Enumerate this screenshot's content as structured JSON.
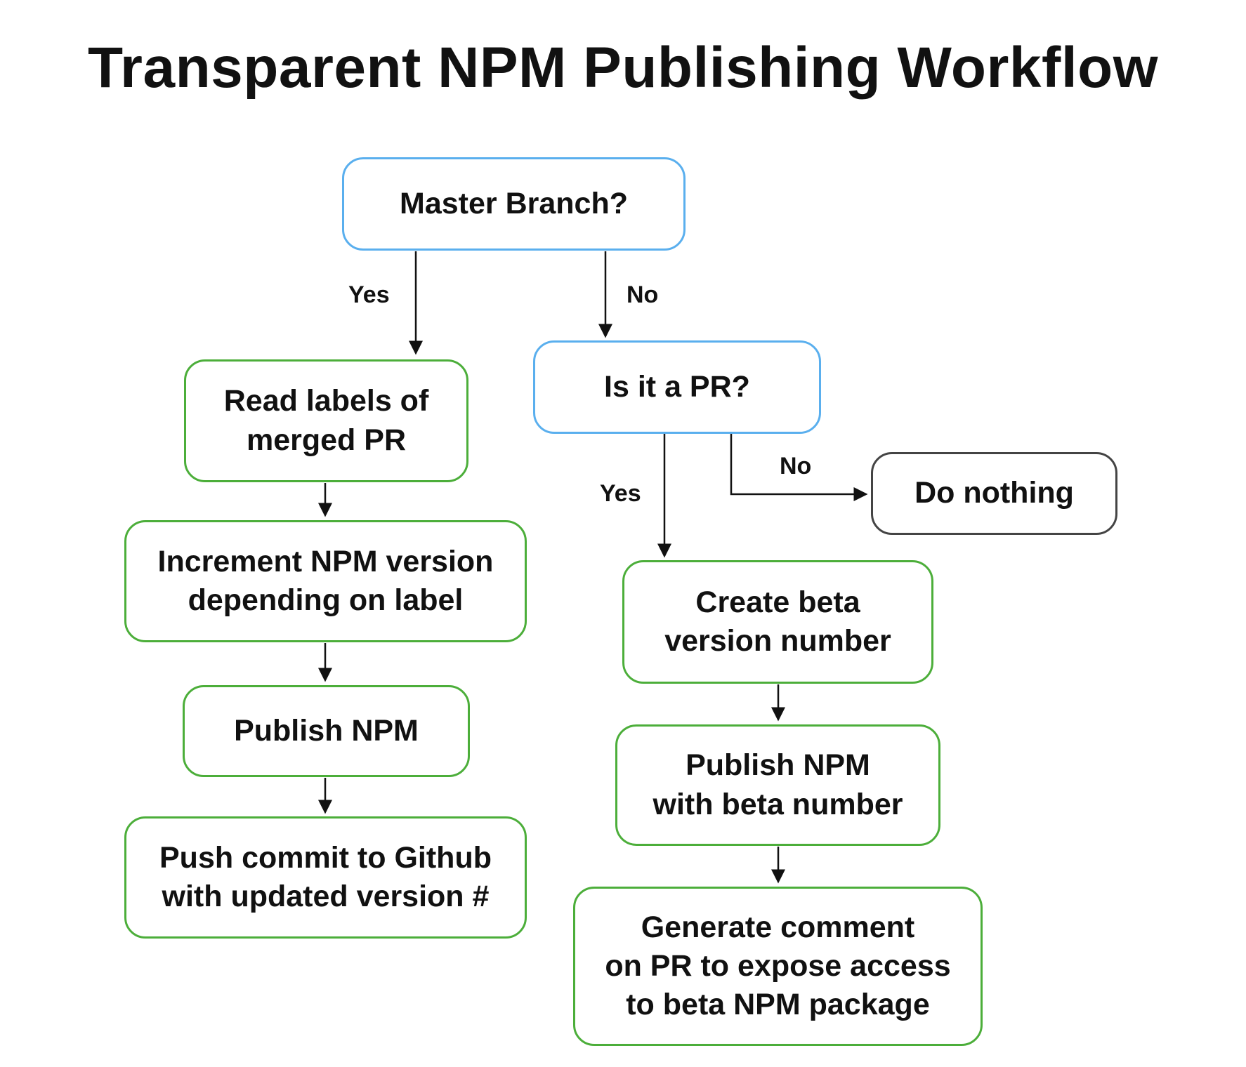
{
  "title": "Transparent NPM Publishing Workflow",
  "nodes": {
    "master_branch": "Master Branch?",
    "is_pr": "Is it a PR?",
    "read_labels": "Read labels of\nmerged PR",
    "increment_version": "Increment NPM version\ndepending on label",
    "publish_npm": "Publish NPM",
    "push_commit": "Push commit to Github\nwith updated version #",
    "do_nothing": "Do nothing",
    "create_beta": "Create beta\nversion number",
    "publish_beta": "Publish NPM\nwith beta number",
    "generate_comment": "Generate comment\non PR to expose access\nto beta NPM package"
  },
  "edge_labels": {
    "master_yes": "Yes",
    "master_no": "No",
    "pr_yes": "Yes",
    "pr_no": "No"
  },
  "colors": {
    "decision_border": "#5aafee",
    "process_border": "#4cae3a",
    "terminal_border": "#444444",
    "edge": "#111111"
  }
}
